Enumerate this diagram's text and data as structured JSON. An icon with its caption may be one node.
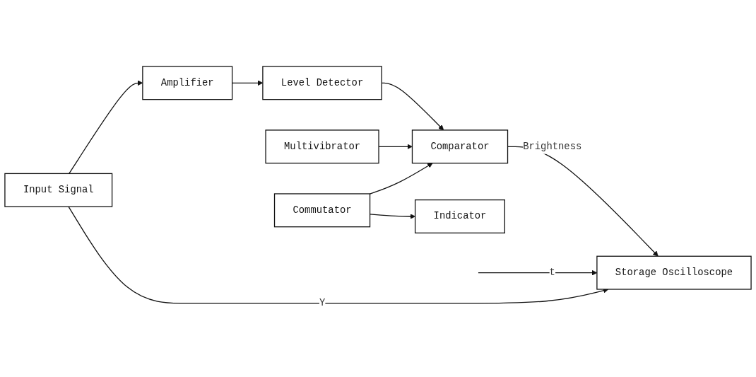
{
  "diagram": {
    "nodes": [
      {
        "text": [
          "Input Signal"
        ]
      },
      {
        "text": [
          "Amplifier"
        ]
      },
      {
        "text": [
          "Level Detector"
        ]
      },
      {
        "text": [
          "Multivibrator"
        ]
      },
      {
        "text": [
          "Comparator"
        ]
      },
      {
        "text": [
          "Commutator"
        ]
      },
      {
        "text": [
          "Storage Oscilloscope"
        ]
      },
      {
        "text": [
          "Indicator"
        ]
      }
    ],
    "edges": [
      {
        "from": 0,
        "to": 1,
        "arrow": "to"
      },
      {
        "from": 1,
        "to": 2,
        "arrow": "to"
      },
      {
        "from": 0,
        "to": 6,
        "arrow": "to",
        "label": "Y"
      },
      {
        "from": 2,
        "to": 4,
        "arrow": "to"
      },
      {
        "from": 3,
        "to": 4,
        "arrow": "to"
      },
      {
        "from": 5,
        "to": 4,
        "arrow": "to"
      },
      {
        "from": 4,
        "to": 6,
        "arrow": "to",
        "label": "Brightness"
      },
      {
        "from": 5,
        "to": 7,
        "arrow": "to"
      },
      {
        "from": null,
        "to": 6,
        "arrow": "to",
        "label": "t"
      }
    ]
  }
}
